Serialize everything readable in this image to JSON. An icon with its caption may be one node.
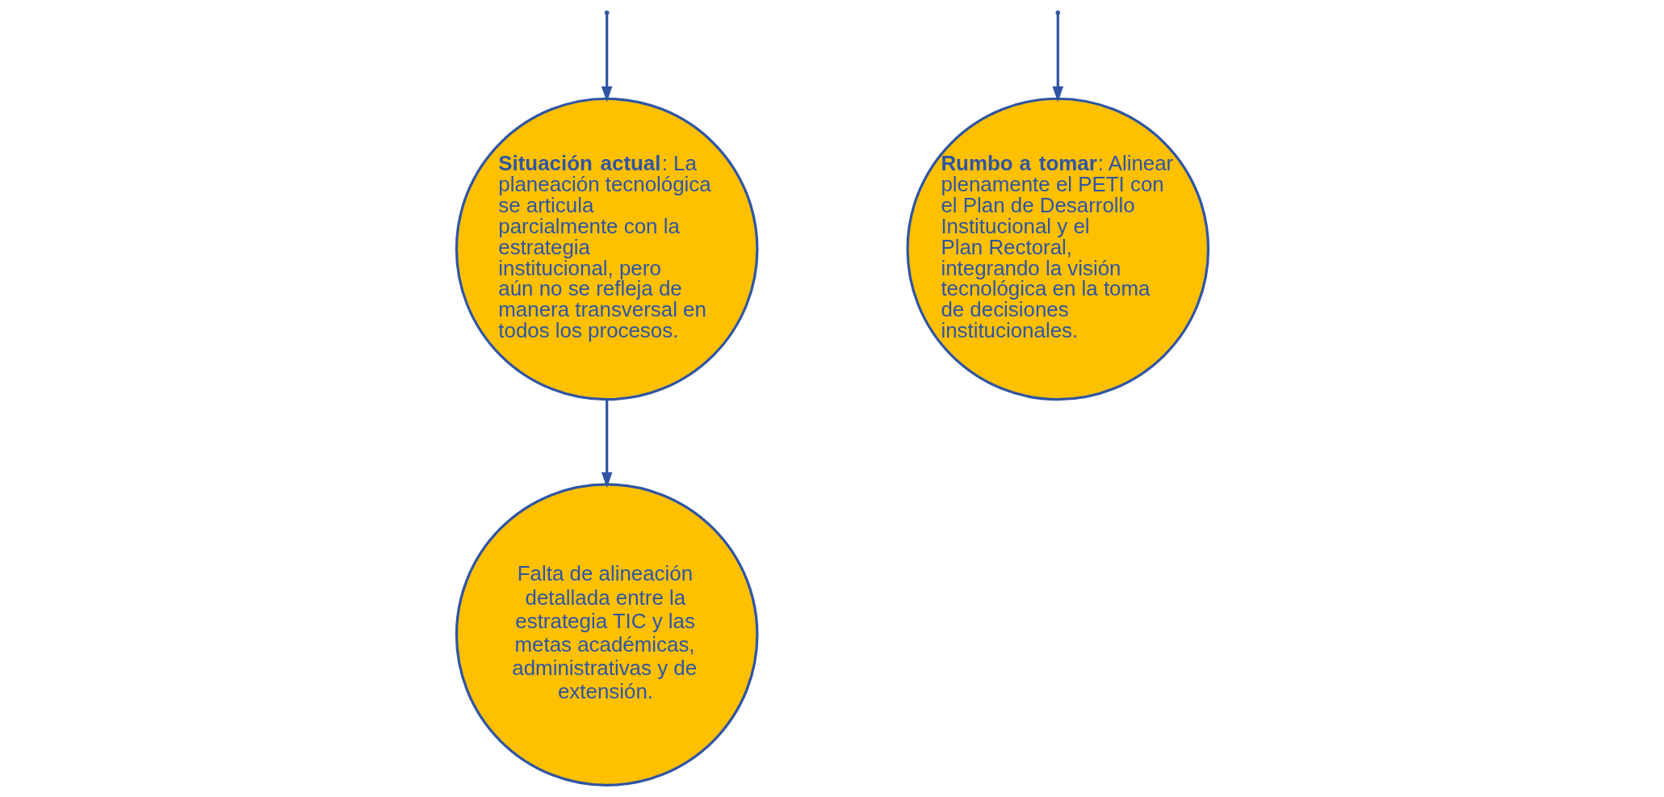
{
  "diagram": {
    "nodes": [
      {
        "text": [
          "**Situación actual**: La planeación tecnológica se articula parcialmente con la estrategia institucional, pero aún no se refleja de manera transversal en todos los procesos."
        ]
      },
      {
        "text": [
          "Falta de alineación detallada entre la estrategia TIC y las metas académicas, administrativas y de extensión."
        ]
      },
      {
        "text": [
          "**Rumbo a tomar**: Alinear plenamente el PETI con el Plan de Desarrollo Institucional y el Plan Rectoral, integrando la visión tecnológica en la toma de decisiones institucionales."
        ]
      }
    ],
    "edges": [
      {
        "from": null,
        "to": 0,
        "arrow": "to"
      },
      {
        "from": null,
        "to": 2,
        "arrow": "to"
      },
      {
        "from": 0,
        "to": 1,
        "arrow": "to"
      }
    ]
  }
}
